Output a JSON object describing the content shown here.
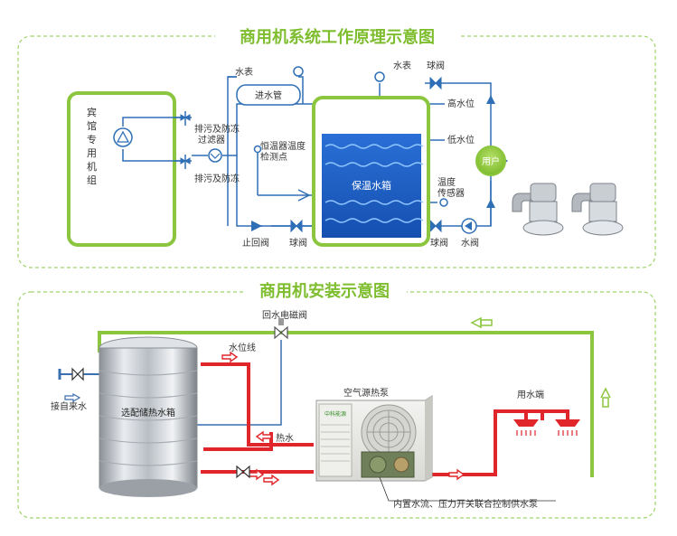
{
  "top": {
    "title": "商用机系统工作原理示意图",
    "unit_label_1": "宾",
    "unit_label_2": "馆",
    "unit_label_3": "专",
    "unit_label_4": "用",
    "unit_label_5": "机",
    "unit_label_6": "组",
    "meter_left": "水表",
    "inlet_pipe": "进水管",
    "drain1_a": "排污及防冻",
    "drain1_b": "过滤器",
    "drain2": "排污及防冻",
    "sensor_point_a": "恒温器温度",
    "sensor_point_b": "检测点",
    "check_valve": "止回阀",
    "ball_valve_left": "球阀",
    "tank": "保温水箱",
    "meter_right": "水表",
    "ball_valve_top": "球阀",
    "high_level": "高水位",
    "low_level": "低水位",
    "temp_sensor_a": "温度",
    "temp_sensor_b": "传感器",
    "ball_valve_right": "球阀",
    "pump": "水阀",
    "user": "用户"
  },
  "bottom": {
    "title": "商用机安装示意图",
    "return_valve": "回水电磁阀",
    "water_level_line": "水位线",
    "inlet": "接自来水",
    "storage_tank": "选配储热水箱",
    "heat_pump": "空气源热泵",
    "hot_water": "热水",
    "usage_end": "用水端",
    "pump_note": "内置水流、压力开关联合控制供水泵",
    "pump_brand": "中科能源"
  },
  "colors": {
    "green": "#8cc63f",
    "title_green": "#7dbd2e",
    "blue_line": "#2f6fb6",
    "red_pipe": "#e0262b",
    "tank_blue": "#1a5fc8"
  }
}
